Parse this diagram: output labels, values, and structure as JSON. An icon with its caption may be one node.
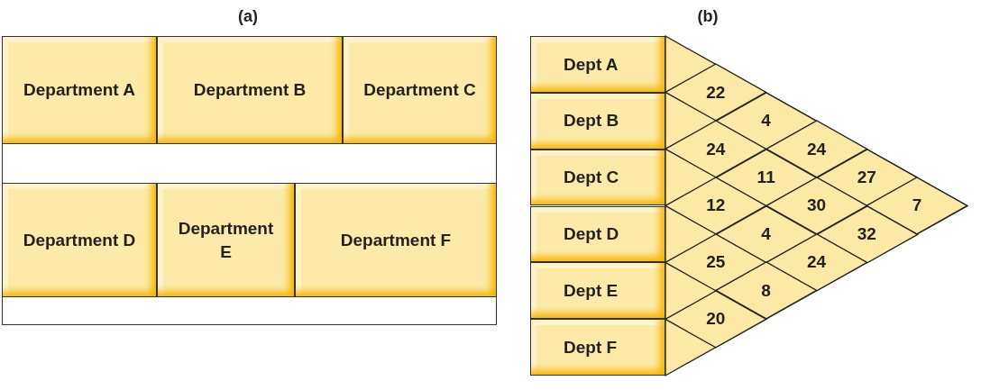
{
  "diagram": {
    "nodes": [
      {
        "text": [
          "Department A"
        ]
      },
      {
        "text": [
          "Department B"
        ]
      },
      {
        "text": [
          "Department C"
        ]
      },
      {
        "text": [
          "Department D"
        ]
      },
      {
        "text": [
          "Department E"
        ]
      },
      {
        "text": [
          "Department F"
        ]
      },
      {
        "text": [
          "Dept A"
        ]
      },
      {
        "text": [
          "Dept B"
        ]
      },
      {
        "text": [
          "Dept C"
        ]
      },
      {
        "text": [
          "Dept D"
        ]
      },
      {
        "text": [
          "Dept E"
        ]
      },
      {
        "text": [
          "Dept F"
        ]
      },
      {
        "text": [
          "22"
        ]
      },
      {
        "text": [
          "4"
        ]
      },
      {
        "text": [
          "24"
        ]
      },
      {
        "text": [
          "24"
        ]
      },
      {
        "text": [
          "11"
        ]
      },
      {
        "text": [
          "27"
        ]
      },
      {
        "text": [
          "12"
        ]
      },
      {
        "text": [
          "30"
        ]
      },
      {
        "text": [
          "7"
        ]
      },
      {
        "text": [
          "4"
        ]
      },
      {
        "text": [
          "32"
        ]
      },
      {
        "text": [
          "25"
        ]
      },
      {
        "text": [
          "24"
        ]
      },
      {
        "text": [
          "8"
        ]
      },
      {
        "text": [
          "20"
        ]
      }
    ],
    "labels": [
      "(a)",
      "(b)"
    ]
  }
}
